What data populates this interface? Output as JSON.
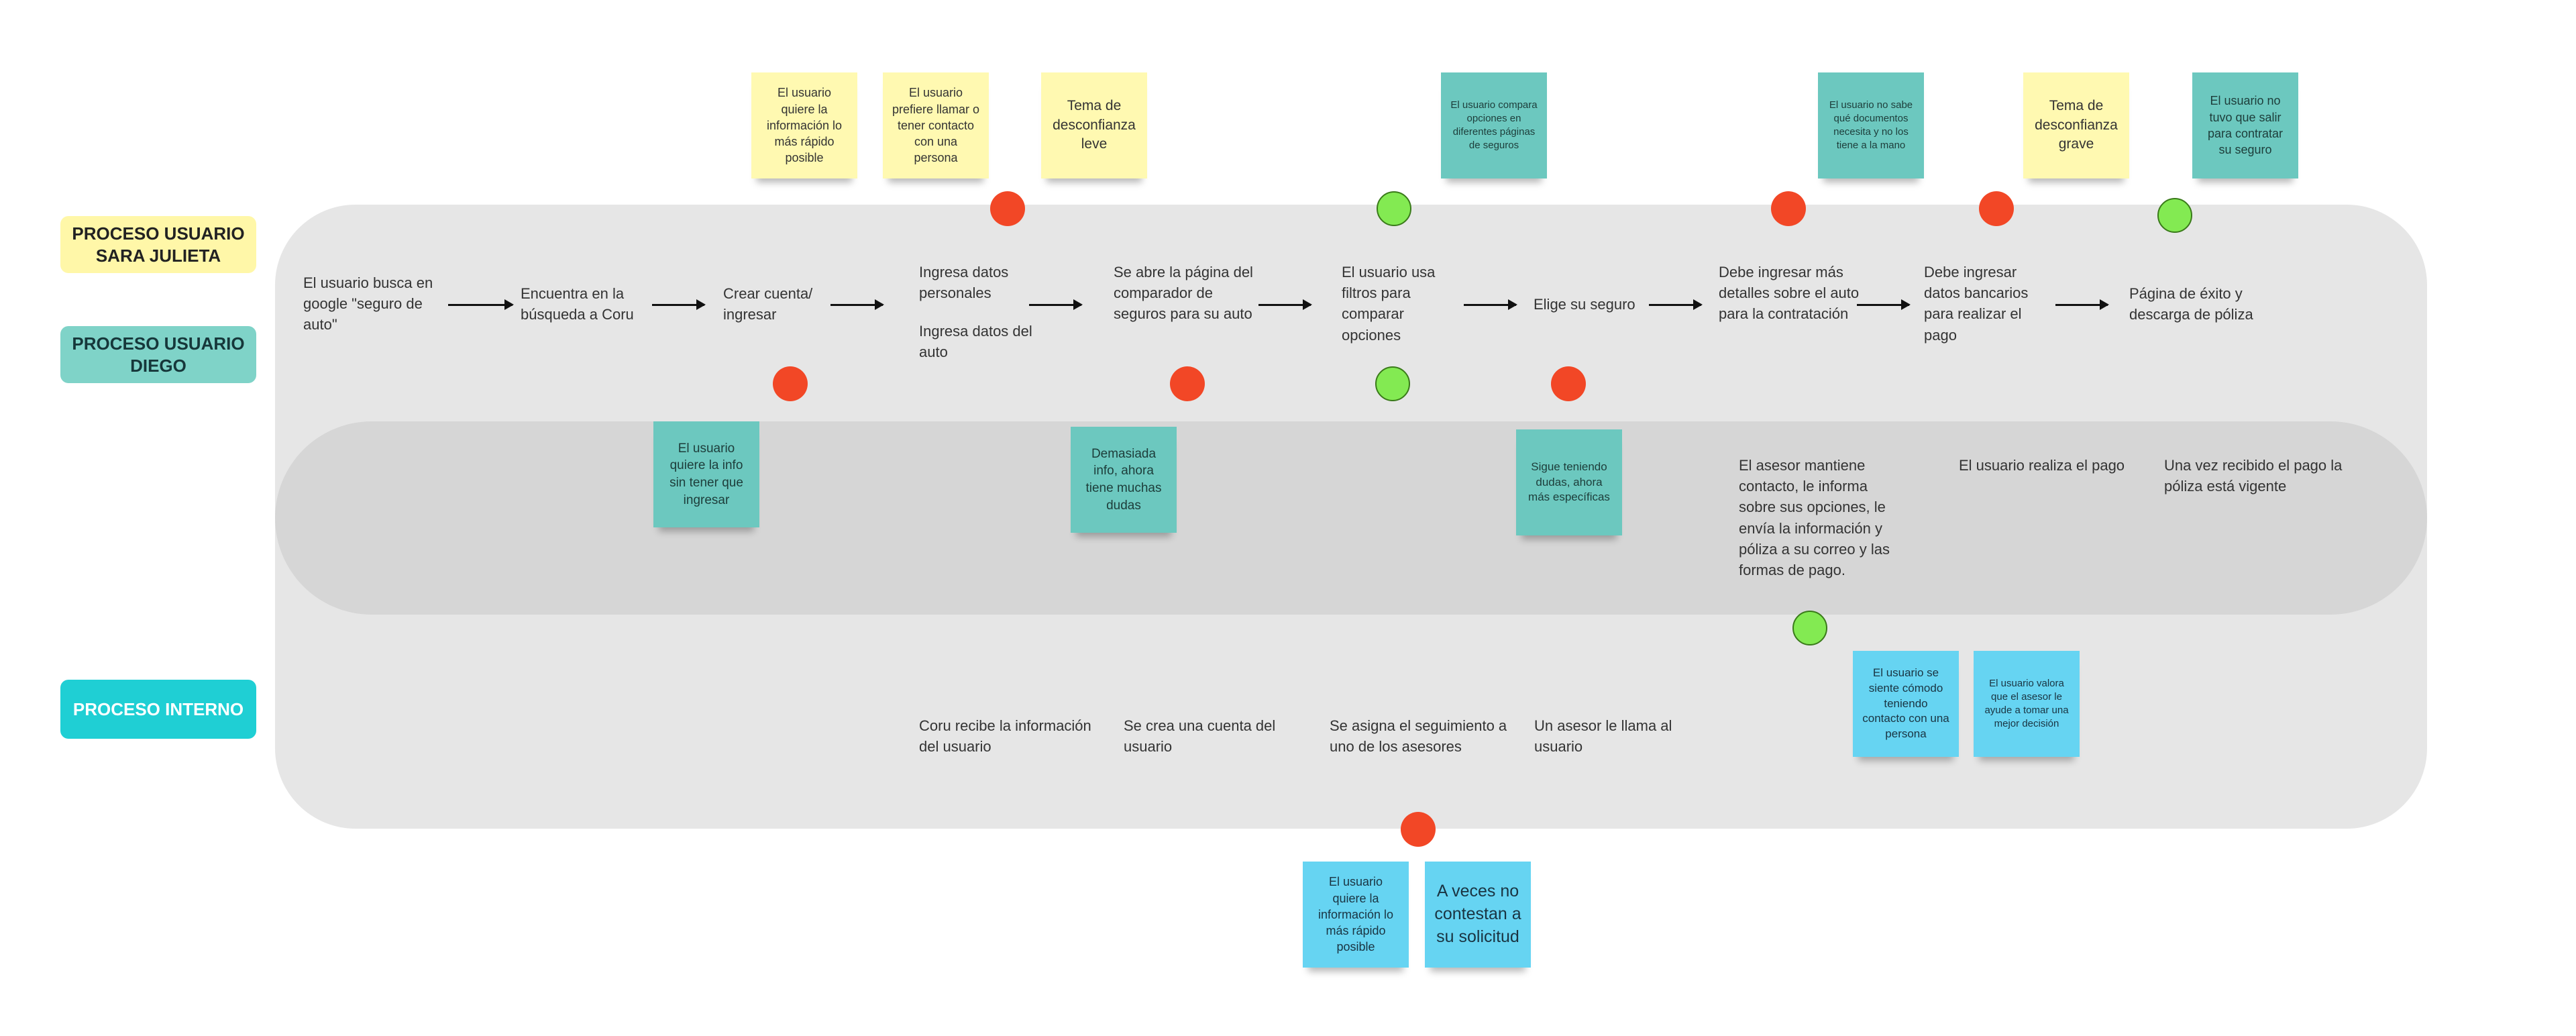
{
  "lanes": {
    "sara_label": "PROCESO USUARIO SARA JULIETA",
    "diego_label": "PROCESO USUARIO DIEGO",
    "interno_label": "PROCESO INTERNO"
  },
  "user_steps": [
    "El usuario busca en google \"seguro de auto\"",
    "Encuentra en la búsqueda a Coru",
    "Crear cuenta/ ingresar",
    "Ingresa datos personales",
    "Ingresa datos del auto",
    "Se abre la página del comparador de seguros para su auto",
    "El usuario usa filtros para comparar opciones",
    "Elige su seguro",
    "Debe ingresar más detalles sobre el auto para la contratación",
    "Debe ingresar datos bancarios para realizar el pago",
    "Página de éxito y descarga de póliza"
  ],
  "diego_steps": [
    "El asesor mantiene contacto, le informa sobre sus opciones, le envía la información y póliza a su correo y las formas de pago.",
    "El usuario realiza el pago",
    "Una vez recibido el pago la póliza está vigente"
  ],
  "internal_steps": [
    "Coru recibe la información del usuario",
    "Se crea una cuenta del usuario",
    "Se asigna el seguimiento a uno de los asesores",
    "Un asesor le llama al usuario"
  ],
  "notes": {
    "top": [
      "El usuario quiere la información lo más rápido posible",
      "El usuario prefiere llamar o tener contacto con una persona",
      "Tema de desconfianza leve",
      "El usuario compara opciones en diferentes páginas de seguros",
      "El usuario no sabe qué documentos necesita y no los tiene a la mano",
      "Tema de desconfianza grave",
      "El usuario no tuvo que salir para contratar su seguro"
    ],
    "middle": [
      "El usuario quiere la info sin tener que ingresar",
      "Demasiada info, ahora tiene muchas dudas",
      "Sigue teniendo dudas, ahora más específicas"
    ],
    "lower": [
      "El usuario se siente cómodo teniendo contacto con una persona",
      "El usuario valora que el asesor le ayude a tomar una mejor decisión"
    ],
    "bottom": [
      "El usuario quiere la información lo más rápido posible",
      "A veces no contestan a su solicitud"
    ]
  },
  "colors": {
    "red_dot": "#f24726",
    "green_dot": "#83ea52",
    "yellow_note": "#fff9b1",
    "teal_note": "#6cc8bf",
    "blue_note": "#66d4f2"
  }
}
